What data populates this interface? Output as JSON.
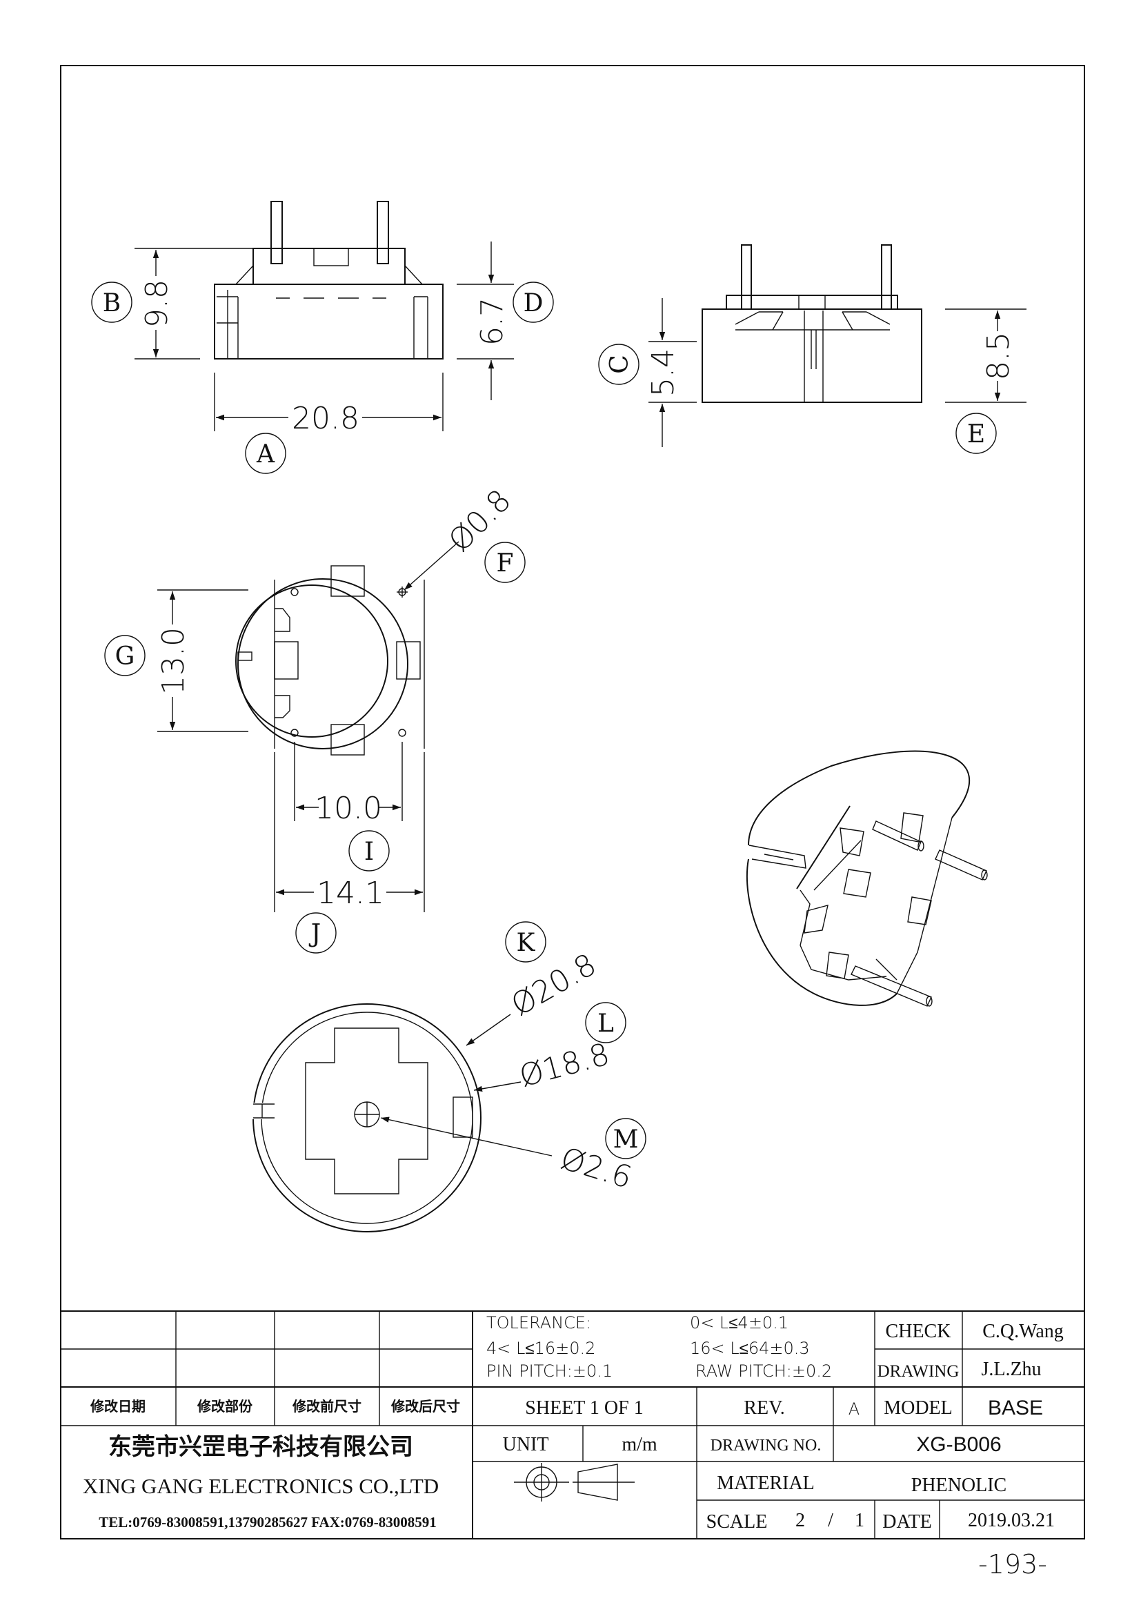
{
  "dimensions": {
    "A": "20.8",
    "B": "9.8",
    "C": "5.4",
    "D": "6.7",
    "E": "8.5",
    "F": "Ø0.8",
    "G": "13.0",
    "I": "10.0",
    "J": "14.1",
    "K": "Ø20.8",
    "L": "Ø18.8",
    "M": "Ø2.6"
  },
  "bubbles": [
    "A",
    "B",
    "C",
    "D",
    "E",
    "F",
    "G",
    "I",
    "J",
    "K",
    "L",
    "M"
  ],
  "title_block": {
    "revision_headers": [
      "修改日期",
      "修改部份",
      "修改前尺寸",
      "修改后尺寸"
    ],
    "tolerance_label": "TOLERANCE:",
    "tol_1": "0< L≤4±0.1",
    "tol_2": "4< L≤16±0.2",
    "tol_3": "16< L≤64±0.3",
    "pin_pitch": "PIN PITCH:±0.1",
    "raw_pitch": "RAW PITCH:±0.2",
    "check_label": "CHECK",
    "check_value": "C.Q.Wang",
    "drawing_label": "DRAWING",
    "drawing_value": "J.L.Zhu",
    "sheet": "SHEET 1 OF 1",
    "rev_label": "REV.",
    "rev_value": "A",
    "model_label": "MODEL",
    "model_value": "BASE",
    "company_cn": "东莞市兴罡电子科技有限公司",
    "company_en": "XING GANG  ELECTRONICS CO.,LTD",
    "tel": "TEL:0769-83008591,13790285627 FAX:0769-83008591",
    "unit_label": "UNIT",
    "unit_value": "m/m",
    "drawing_no_label": "DRAWING  NO.",
    "drawing_no_value": "XG-B006",
    "material_label": "MATERIAL",
    "material_value": "PHENOLIC",
    "scale_label": "SCALE",
    "scale_num": "2",
    "scale_sep": "/",
    "scale_den": "1",
    "date_label": "DATE",
    "date_value": "2019.03.21"
  },
  "page_number": "-193-"
}
